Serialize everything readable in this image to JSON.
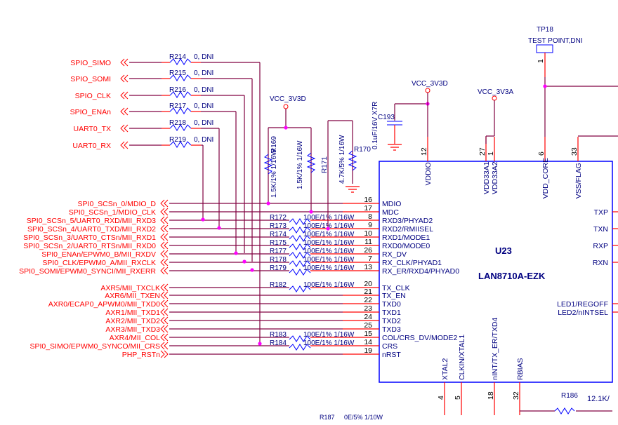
{
  "schematic": {
    "chip": {
      "ref": "U23",
      "part": "LAN8710A-EZK",
      "left_pins": [
        {
          "num": "16",
          "name": "MDIO"
        },
        {
          "num": "17",
          "name": "MDC"
        },
        {
          "num": "8",
          "name": "RXD3/PHYAD2"
        },
        {
          "num": "9",
          "name": "RXD2/RMIISEL"
        },
        {
          "num": "10",
          "name": "RXD1/MODE1"
        },
        {
          "num": "11",
          "name": "RXD0/MODE0"
        },
        {
          "num": "26",
          "name": "RX_DV"
        },
        {
          "num": "7",
          "name": "RX_CLK/PHYAD1"
        },
        {
          "num": "13",
          "name": "RX_ER/RXD4/PHYAD0"
        },
        {
          "num": "20",
          "name": "TX_CLK"
        },
        {
          "num": "21",
          "name": "TX_EN"
        },
        {
          "num": "22",
          "name": "TXD0"
        },
        {
          "num": "23",
          "name": "TXD1"
        },
        {
          "num": "24",
          "name": "TXD2"
        },
        {
          "num": "25",
          "name": "TXD3"
        },
        {
          "num": "15",
          "name": "COL/CRS_DV/MODE2"
        },
        {
          "num": "14",
          "name": "CRS"
        },
        {
          "num": "19",
          "name": "nRST"
        }
      ],
      "top_pins": [
        {
          "num": "12",
          "name": "VDDIO"
        },
        {
          "num": "27",
          "name": "VDD33A1"
        },
        {
          "num": "1",
          "name": "VDD33A2"
        },
        {
          "num": "6",
          "name": "VDD_CORE"
        },
        {
          "num": "33",
          "name": "VSS/FLAG"
        }
      ],
      "right_pins": [
        {
          "name": "TXP"
        },
        {
          "name": "TXN"
        },
        {
          "name": "RXP"
        },
        {
          "name": "RXN"
        },
        {
          "name": "LED1/REGOFF"
        },
        {
          "name": "LED2/nINTSEL"
        }
      ],
      "bottom_pins": [
        {
          "num": "4",
          "name": "XTAL2"
        },
        {
          "num": "5",
          "name": "CLKIN/XTAL1"
        },
        {
          "num": "18",
          "name": "nINT/TX_ER/TXD4"
        },
        {
          "num": "32",
          "name": "RBIAS"
        }
      ]
    },
    "top_nets": [
      {
        "label": "SPIO_SIMO",
        "ref": "R214",
        "value": "0, DNI"
      },
      {
        "label": "SPIO_SOMI",
        "ref": "R215",
        "value": "0, DNI"
      },
      {
        "label": "SPIO_CLK",
        "ref": "R216",
        "value": "0, DNI"
      },
      {
        "label": "SPIO_ENAn",
        "ref": "R217",
        "value": "0, DNI"
      },
      {
        "label": "UART0_TX",
        "ref": "R218",
        "value": "0, DNI"
      },
      {
        "label": "UART0_RX",
        "ref": "R219",
        "value": "0, DNI"
      }
    ],
    "rx_nets": [
      {
        "label": "SPI0_SCSn_0/MDIO_D",
        "ref": "",
        "value": ""
      },
      {
        "label": "SPI0_SCSn_1/MDIO_CLK",
        "ref": "",
        "value": ""
      },
      {
        "label": "SPI0_SCSn_5/UART0_RXD/MII_RXD3",
        "ref": "R172",
        "value": "100E/1% 1/16W"
      },
      {
        "label": "SPI0_SCSn_4/UART0_TXD/MII_RXD2",
        "ref": "R173",
        "value": "100E/1% 1/16W"
      },
      {
        "label": "SPI0_SCSn_3/UART0_CTSn/MII_RXD1",
        "ref": "R174",
        "value": "100E/1% 1/16W"
      },
      {
        "label": "SPI0_SCSn_2/UART0_RTSn/MII_RXD0",
        "ref": "R175",
        "value": "100E/1% 1/16W"
      },
      {
        "label": "SPI0_ENAn/EPWM0_B/MII_RXDV",
        "ref": "R177",
        "value": "100E/1% 1/16W"
      },
      {
        "label": "SPI0_CLK/EPWM0_A/MII_RXCLK",
        "ref": "R178",
        "value": "100E/1% 1/16W"
      },
      {
        "label": "SPI0_SOMI/EPWM0_SYNCI/MII_RXERR",
        "ref": "R179",
        "value": "100E/1% 1/16W"
      }
    ],
    "tx_nets": [
      {
        "label": "AXR5/MII_TXCLK",
        "ref": "R182",
        "value": "100E/1% 1/16W"
      },
      {
        "label": "AXR6/MII_TXEN",
        "ref": "",
        "value": ""
      },
      {
        "label": "AXR0/ECAP0_APWM0/MII_TXD0",
        "ref": "",
        "value": ""
      },
      {
        "label": "AXR1/MII_TXD1",
        "ref": "",
        "value": ""
      },
      {
        "label": "AXR2/MII_TXD2",
        "ref": "",
        "value": ""
      },
      {
        "label": "AXR3/MII_TXD3",
        "ref": "",
        "value": ""
      },
      {
        "label": "AXR4/MII_COL",
        "ref": "R183",
        "value": "100E/1% 1/16W"
      },
      {
        "label": "SPI0_SIMO/EPWM0_SYNCO/MII_CRS",
        "ref": "R184",
        "value": "100E/1% 1/16W"
      },
      {
        "label": "PHP_RSTn",
        "ref": "",
        "value": ""
      }
    ],
    "pullups": {
      "supply": "VCC_3V3D",
      "r169": {
        "ref": "R169",
        "value": "1.5K/1% 1/16W"
      },
      "r171": {
        "ref": "R171",
        "value": "1.5K/1% 1/16W"
      },
      "r170": {
        "ref": "R170",
        "value": "4.7K/5% 1/16W"
      }
    },
    "decoupling": {
      "ref": "C193",
      "value": "0.1uF/16V X7R",
      "supply": "VCC_3V3D"
    },
    "analog_supply": "VCC_3V3A",
    "test_point": {
      "ref": "TP18",
      "value": "TEST POINT,DNI",
      "pin": "1"
    },
    "rbias": {
      "ref": "R186",
      "value": "12.1K/"
    },
    "cut_off": {
      "ref": "R187",
      "value": "0E/5% 1/10W"
    }
  }
}
